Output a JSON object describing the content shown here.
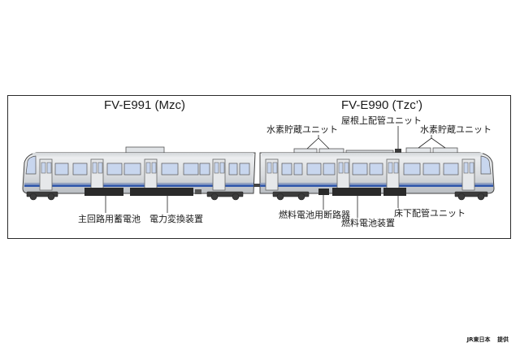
{
  "diagram": {
    "cars": [
      {
        "name": "FV-E991 (Mzc)"
      },
      {
        "name": "FV-E990 (Tzc’)"
      }
    ],
    "labels": {
      "main_battery": "主回路用蓄電池",
      "power_converter": "電力変換装置",
      "hydrogen_storage_1": "水素貯蔵ユニット",
      "roof_piping": "屋根上配管ユニット",
      "hydrogen_storage_2": "水素貯蔵ユニット",
      "fc_breaker": "燃料電池用断路器",
      "fuel_cell": "燃料電池装置",
      "underfloor_piping": "床下配管ユニット"
    },
    "colors": {
      "stripe": "#3a5fae",
      "window": "#c8d6ee",
      "equipment": "#2a2a2a",
      "roof_unit": "#e4e7ea"
    }
  },
  "credit": "JR東日本 提供"
}
